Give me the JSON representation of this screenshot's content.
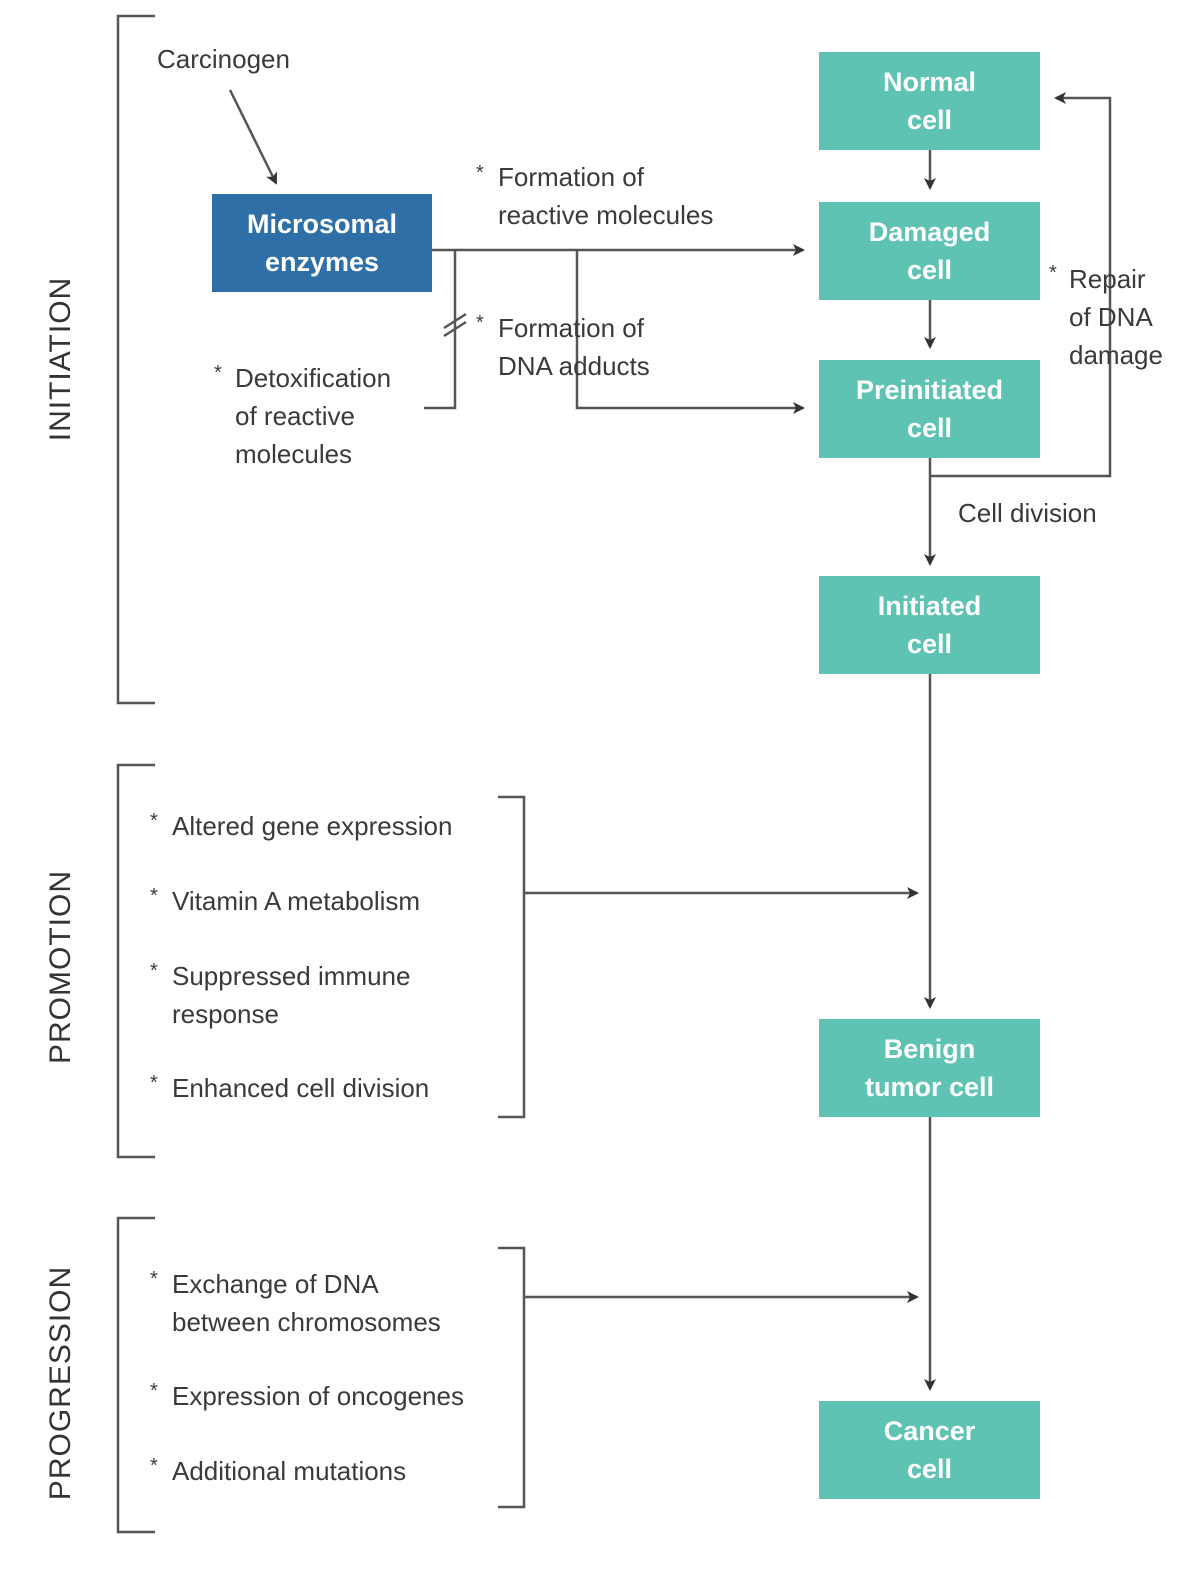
{
  "phases": {
    "initiation": "INITIATION",
    "promotion": "PROMOTION",
    "progression": "PROGRESSION"
  },
  "boxes": {
    "normal": [
      "Normal",
      "cell"
    ],
    "damaged": [
      "Damaged",
      "cell"
    ],
    "preinitiated": [
      "Preinitiated",
      "cell"
    ],
    "initiated": [
      "Initiated",
      "cell"
    ],
    "benign": [
      "Benign",
      "tumor cell"
    ],
    "cancer": [
      "Cancer",
      "cell"
    ],
    "microsomal": [
      "Microsomal",
      "enzymes"
    ]
  },
  "labels": {
    "carcinogen": "Carcinogen",
    "reactive": [
      "Formation of",
      "reactive molecules"
    ],
    "adducts": [
      "Formation of",
      "DNA adducts"
    ],
    "detox": [
      "Detoxification",
      "of reactive",
      "molecules"
    ],
    "repair": [
      "Repair",
      "of DNA",
      "damage"
    ],
    "cell_division": "Cell division",
    "asterisk": "*"
  },
  "promotion_items": [
    [
      "Altered gene expression"
    ],
    [
      "Vitamin A metabolism"
    ],
    [
      "Suppressed immune",
      "response"
    ],
    [
      "Enhanced cell division"
    ]
  ],
  "progression_items": [
    [
      "Exchange of DNA",
      "between chromosomes"
    ],
    [
      "Expression of oncogenes"
    ],
    [
      "Additional mutations"
    ]
  ],
  "colors": {
    "cell_box": "#5ec3b3",
    "enzyme_box": "#2e6fa8",
    "line": "#444444",
    "text": "#3a3a3a"
  }
}
